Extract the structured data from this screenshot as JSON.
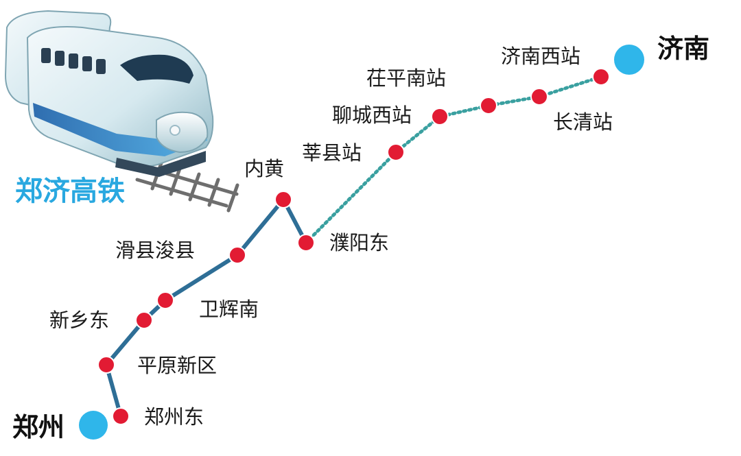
{
  "title": "郑济高铁",
  "colors": {
    "title": "#29a8e0",
    "built_line": "#2e6e96",
    "planned_line": "#3aa0a0",
    "station": "#e21b33",
    "terminal": "#2fb6ea"
  },
  "terminals": {
    "start": "郑州",
    "end": "济南"
  },
  "stations": [
    {
      "name": "郑州东",
      "segment": "built"
    },
    {
      "name": "平原新区",
      "segment": "built"
    },
    {
      "name": "新乡东",
      "segment": "built"
    },
    {
      "name": "卫辉南",
      "segment": "built"
    },
    {
      "name": "滑县浚县",
      "segment": "built"
    },
    {
      "name": "内黄",
      "segment": "built"
    },
    {
      "name": "濮阳东",
      "segment": "built"
    },
    {
      "name": "莘县站",
      "segment": "planned"
    },
    {
      "name": "聊城西站",
      "segment": "planned"
    },
    {
      "name": "茌平南站",
      "segment": "planned"
    },
    {
      "name": "长清站",
      "segment": "planned"
    },
    {
      "name": "济南西站",
      "segment": "planned"
    }
  ],
  "illustration": "high-speed-train-icon"
}
